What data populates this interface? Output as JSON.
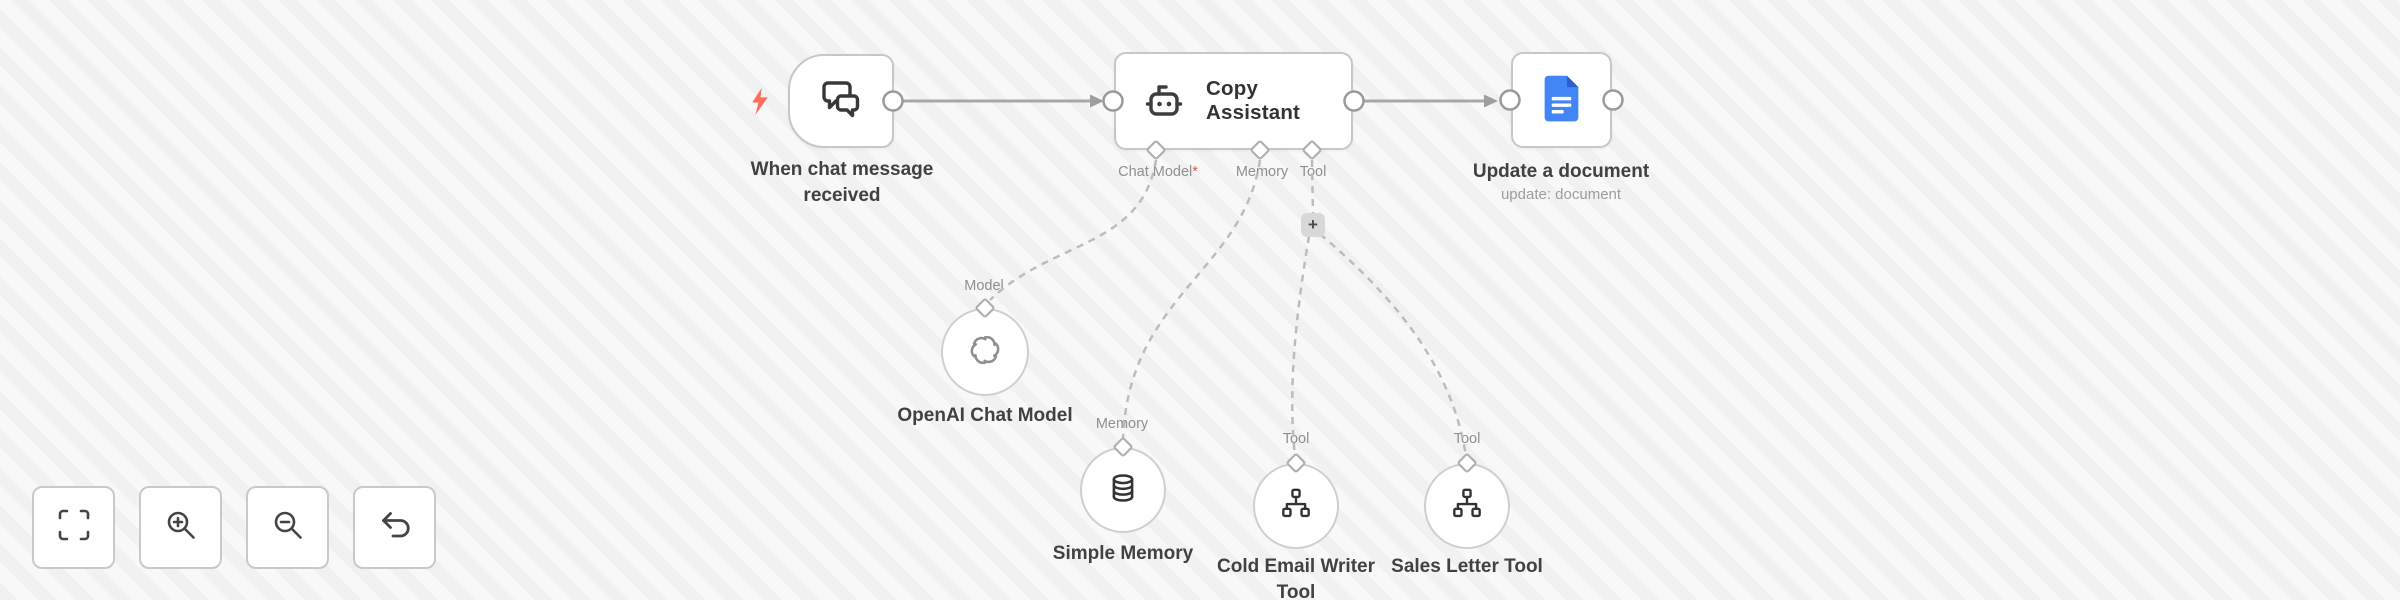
{
  "trigger": {
    "label_line1": "When chat message",
    "label_line2": "received"
  },
  "agent": {
    "title": "Copy Assistant",
    "ports": {
      "chat_model": "Chat Model",
      "chat_model_required_mark": "*",
      "memory": "Memory",
      "tool": "Tool"
    },
    "add_tool_button": "+"
  },
  "document": {
    "label": "Update a document",
    "subtitle": "update: document"
  },
  "model_node": {
    "port_label": "Model",
    "label": "OpenAI Chat Model"
  },
  "memory_node": {
    "port_label": "Memory",
    "label": "Simple Memory"
  },
  "tool_node_cold_email": {
    "port_label": "Tool",
    "label_line1": "Cold Email Writer",
    "label_line2": "Tool"
  },
  "tool_node_sales_letter": {
    "port_label": "Tool",
    "label": "Sales Letter Tool"
  },
  "icons": {
    "trigger": "chat-bubbles-icon",
    "trigger_kind": "lightning-bolt-icon",
    "agent": "robot-icon",
    "document": "google-docs-icon",
    "model": "openai-logo-icon",
    "memory": "database-icon",
    "tool": "sitemap-icon",
    "controls": [
      "zoom-to-fit-icon",
      "zoom-in-icon",
      "zoom-out-icon",
      "undo-icon"
    ]
  },
  "colors": {
    "trigger_bolt": "#ff6e5c",
    "document_icon": "#4285f4",
    "required_mark": "#d9534f",
    "wire": "#a8a8a8",
    "wire_dashed": "#bcbcbc"
  }
}
